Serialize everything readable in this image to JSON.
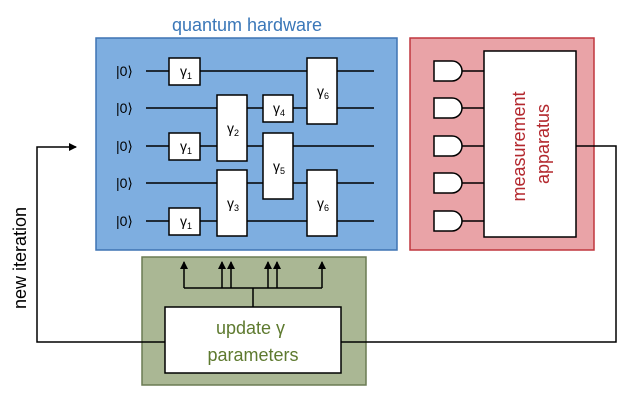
{
  "hardware": {
    "title": "quantum hardware",
    "kets": [
      "|0⟩",
      "|0⟩",
      "|0⟩",
      "|0⟩",
      "|0⟩"
    ],
    "gates": {
      "g1": "γ",
      "g1_sub": "1",
      "g2": "γ",
      "g2_sub": "2",
      "g3": "γ",
      "g3_sub": "1",
      "g4": "γ",
      "g4_sub": "4",
      "g5": "γ",
      "g5_sub": "6",
      "g6": "γ",
      "g6_sub": "5",
      "g7": "γ",
      "g7_sub": "3",
      "g8": "γ",
      "g8_sub": "1",
      "g9": "γ",
      "g9_sub": "6"
    }
  },
  "measurement": {
    "line1": "measurement",
    "line2": "apparatus"
  },
  "update": {
    "line1": "update γ",
    "line2": "parameters"
  },
  "loop_label": "new iteration",
  "colors": {
    "hardware_fill": "#7eaee0",
    "hardware_border": "#3f74b3",
    "measure_fill": "#e9a3a7",
    "measure_border": "#c0363e",
    "update_fill": "#aab794",
    "update_border": "#6b7b53",
    "title_blue": "#3a77b8",
    "measure_text": "#b3282e",
    "update_text": "#5e7a2f"
  }
}
